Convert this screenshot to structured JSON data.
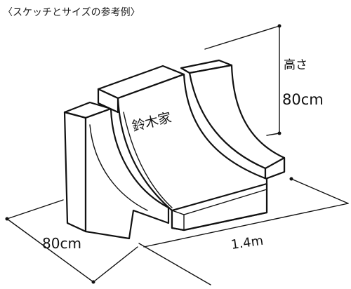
{
  "caption": "〈スケッチとサイズの参考例〉",
  "diagram": {
    "engraving": "鈴木家",
    "height_label": "高さ",
    "height_value": "80cm",
    "depth_value": "80cm",
    "width_value": "1.4m"
  }
}
